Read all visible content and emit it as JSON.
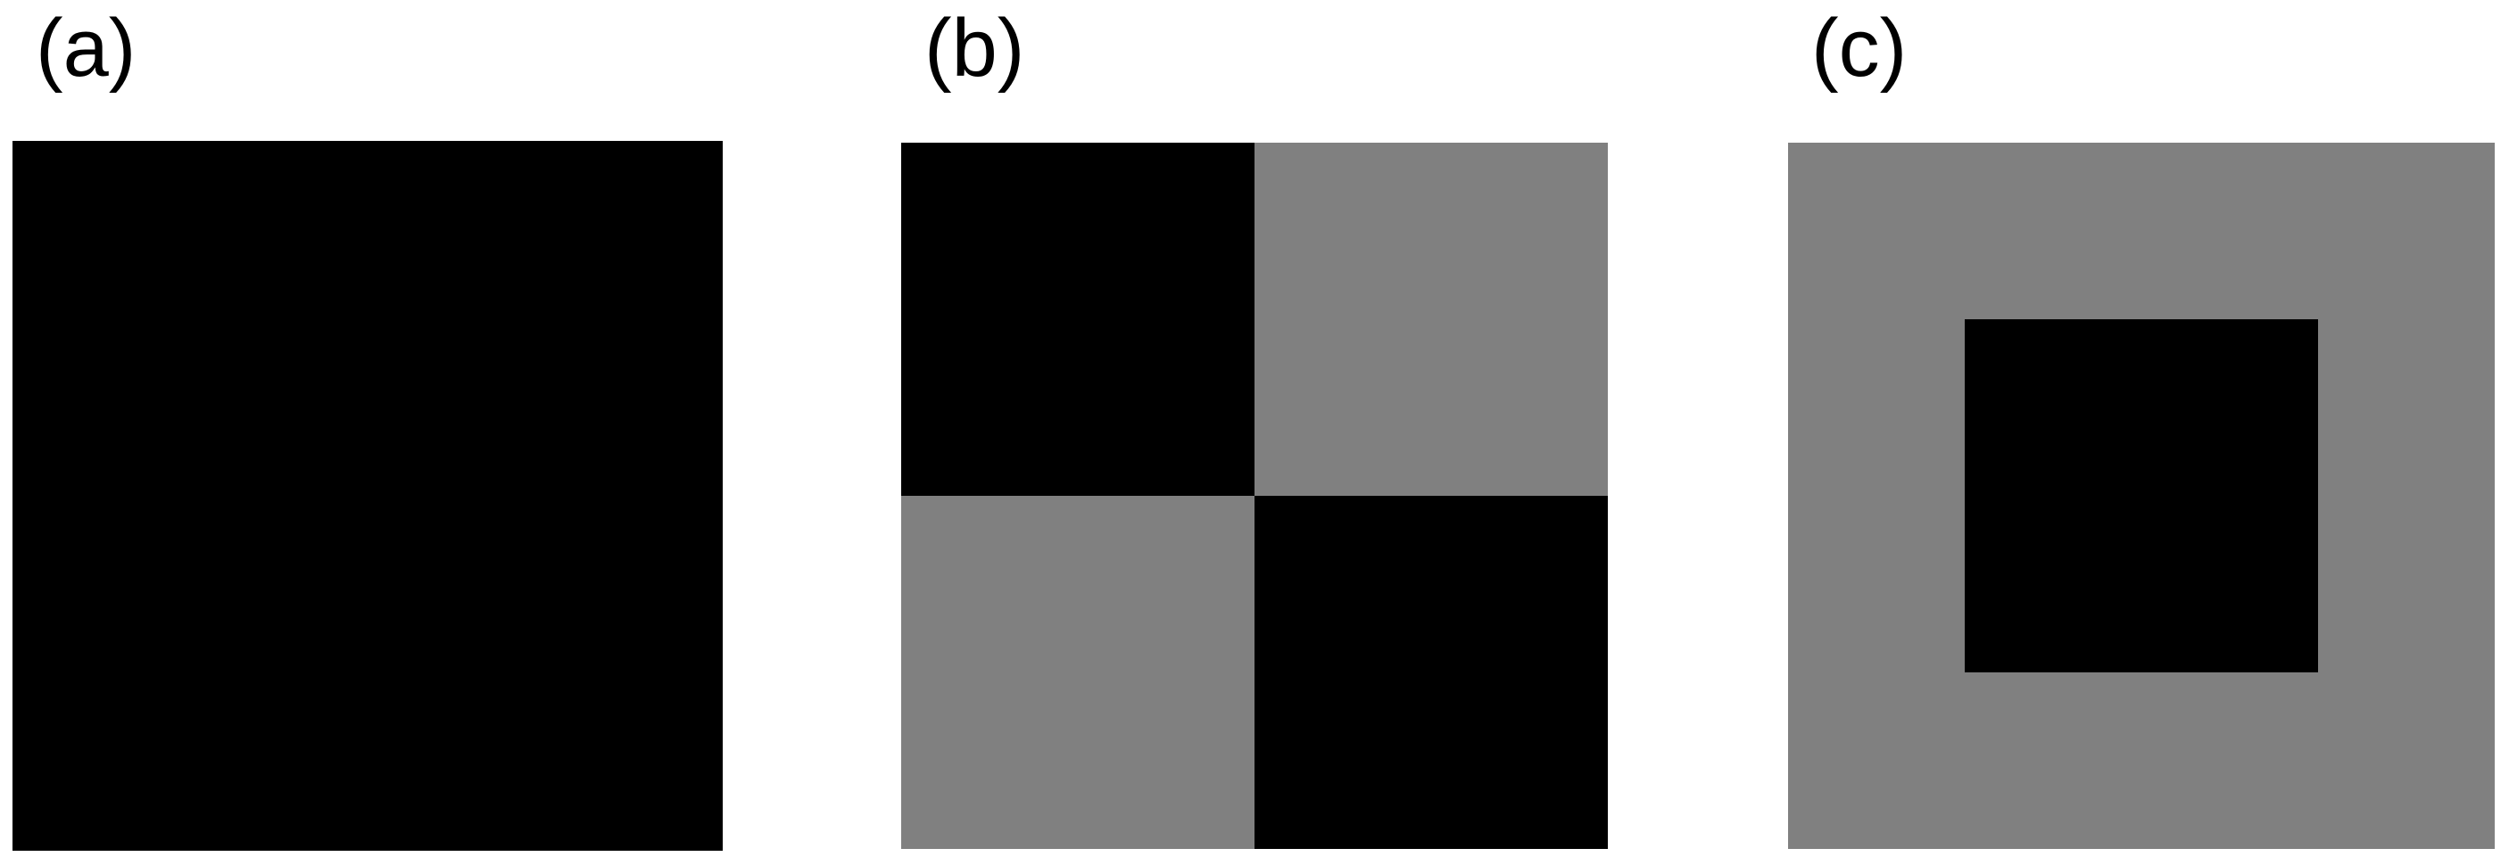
{
  "colors": {
    "black": "#000000",
    "gray": "#808080",
    "background": "#ffffff"
  },
  "panels": [
    {
      "label": "(a)",
      "cells": [
        {
          "region": "full",
          "color": "black"
        }
      ]
    },
    {
      "label": "(b)",
      "cells": [
        {
          "region": "top-left",
          "color": "black"
        },
        {
          "region": "top-right",
          "color": "gray"
        },
        {
          "region": "bottom-left",
          "color": "gray"
        },
        {
          "region": "bottom-right",
          "color": "black"
        }
      ]
    },
    {
      "label": "(c)",
      "cells": [
        {
          "region": "full",
          "color": "gray"
        },
        {
          "region": "center",
          "color": "black"
        }
      ]
    }
  ]
}
